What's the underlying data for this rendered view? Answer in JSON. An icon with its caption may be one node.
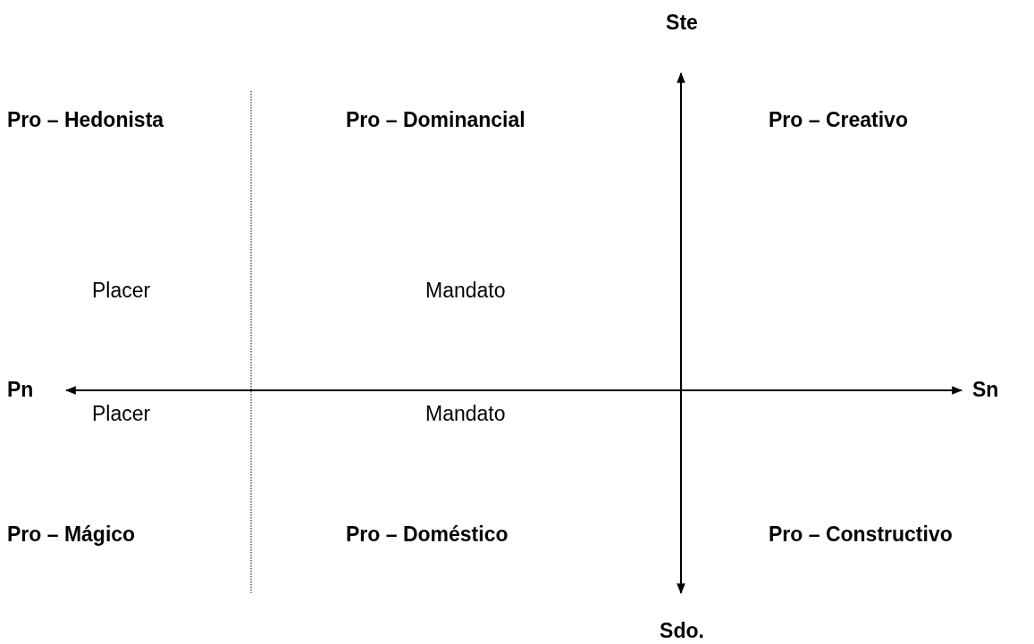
{
  "diagram": {
    "labels": [
      "Ste",
      "Pro – Hedonista",
      "Pro – Dominancial",
      "Pro – Creativo",
      "Placer",
      "Mandato",
      "Pn",
      "Sn",
      "Placer",
      "Mandato",
      "Pro – Mágico",
      "Pro – Doméstico",
      "Pro – Constructivo",
      "Sdo."
    ]
  }
}
